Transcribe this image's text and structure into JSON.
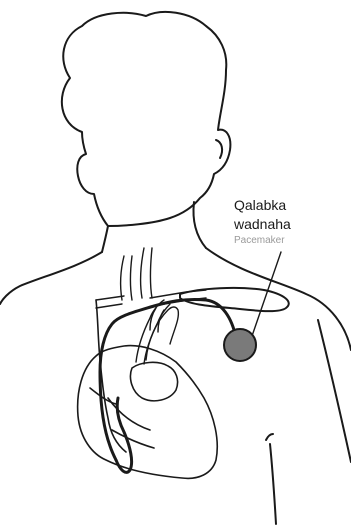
{
  "label": {
    "line1": "Qalabka",
    "line2": "wadnaha",
    "english": "Pacemaker"
  },
  "colors": {
    "outline": "#1a1a1a",
    "device_fill": "#7a7a7a",
    "english_label": "#9a9a9a",
    "background": "#ffffff"
  }
}
